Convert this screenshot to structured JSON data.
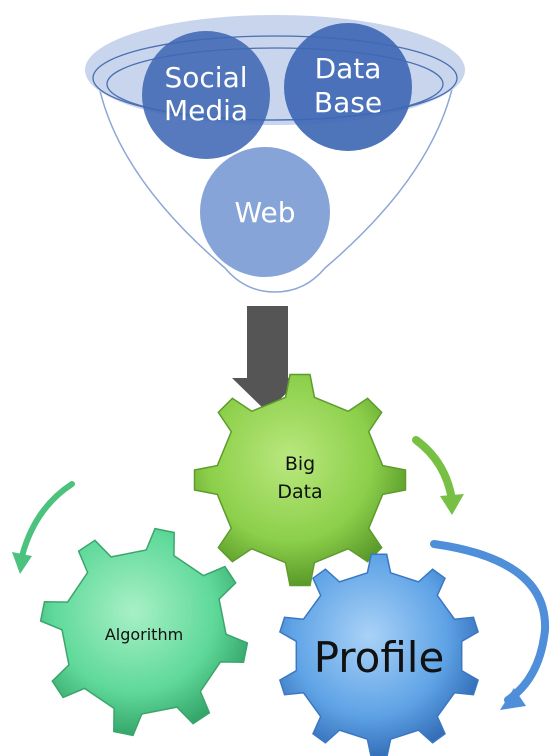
{
  "funnel": {
    "sources": [
      {
        "line1": "Social",
        "line2": "Media"
      },
      {
        "line1": "Data",
        "line2": "Base"
      },
      {
        "line1": "Web",
        "line2": ""
      }
    ]
  },
  "gears": {
    "big_data": {
      "line1": "Big",
      "line2": "Data"
    },
    "algorithm": {
      "label": "Algorithm"
    },
    "profile": {
      "label": "Profile"
    }
  },
  "colors": {
    "funnel_fill": "#c9d5ec",
    "circle_dark": "#3f68b4",
    "circle_light": "#7f9fd6",
    "arrow": "#555555",
    "gear_green": "#8ccf4a",
    "gear_teal": "#5fd99a",
    "gear_blue": "#5fa3e6",
    "cycle_arrow_green": "#77c043",
    "cycle_arrow_teal": "#4bc27d",
    "cycle_arrow_blue": "#4f8fd9"
  }
}
